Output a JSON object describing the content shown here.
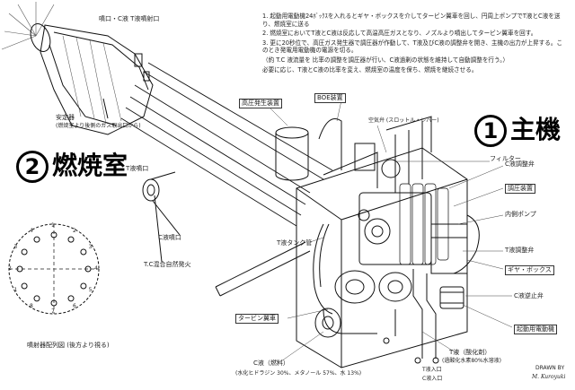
{
  "headings": {
    "main_num": "1",
    "main_text": "主機",
    "comb_num": "2",
    "comb_text": "燃焼室"
  },
  "notes": [
    "1. 起動用電動機24ﾎﾞｯｸｽを入れるとギヤ・ボックスを介してタービン翼車を回し、円周上ポンプでT液とC液を送り、燃焼室に送る",
    "2. 燃焼室においてT液とC液は反応して高温高圧ガスとなり、ノズルより噴出してタービン翼車を回す。",
    "3. 更に20秒位で、高圧ガス発生器で調圧器が作動して、T液及びC液の調整弁を開き、主機の出力が上昇する。このとき発電用電動機の電源を切る。",
    "（約 T.C 液流量を 比率の調整を調圧器が行い、C液過剰の状態を維持して自動調整を行う。）",
    "必要に応じ、T液とC液の比率を変え、燃焼室の温度を保ち、燃焼を継続させる。"
  ],
  "labels": {
    "nozzle_top": "噴口・C液 T液噴射口",
    "stable": "安定器",
    "stable_note": "(燃焼室より後側のガス取出口から)",
    "t_inj": "T液噴口",
    "c_inj": "C液噴口",
    "tc_mix": "T.C混合自然発火",
    "inj_pattern": "噴射器配列図 (後方より視る)",
    "hp_gen": "高圧発生装置",
    "vent": "BOE装置",
    "air_valve": "空気弁 (スロットル・レバー)",
    "filter": "フィルター",
    "c_reg": "C液調整弁",
    "pressure_reg": "調圧装置",
    "internal_pump": "内側ポンプ",
    "t_reg": "T液調整弁",
    "gearbox": "ギヤ・ボックス",
    "c_check": "C液逆止弁",
    "starter": "起動用電動機",
    "t_tank_line": "T液タンク管",
    "turbine": "タービン翼車",
    "c_fuel": "C液（燃料）",
    "c_fuel_comp": "(水化ヒドラジン 30%、メタノール 57%、水 13%)",
    "t_oxidizer": "T液（酸化剤）",
    "t_oxidizer_comp": "(過酸化水素80%水溶液)",
    "t_entry": "T液入口",
    "c_entry": "C液入口",
    "drawn_by": "DRAWN BY",
    "signature": "M. Kuroyuki"
  },
  "inj_numbers": [
    "1",
    "2",
    "3",
    "4",
    "5",
    "6",
    "7",
    "8",
    "1",
    "2",
    "3",
    "4"
  ],
  "colors": {
    "ink": "#111111",
    "paper": "#ffffff"
  }
}
